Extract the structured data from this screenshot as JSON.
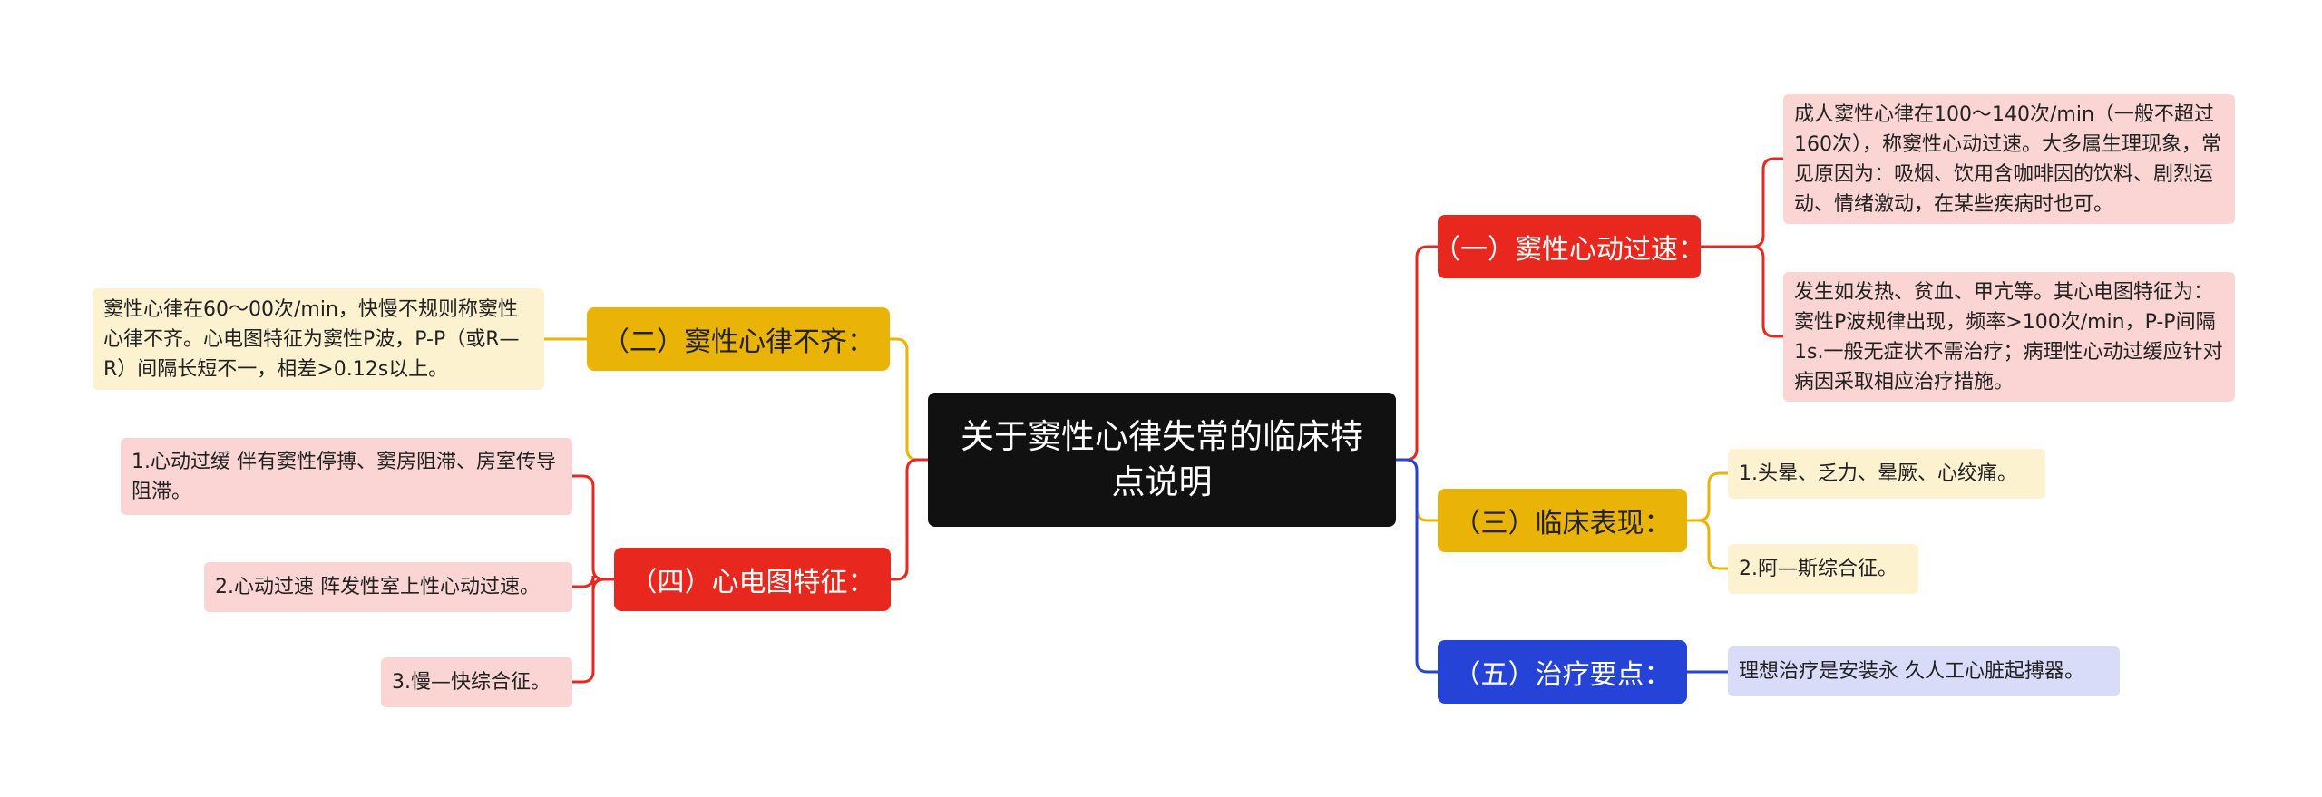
{
  "center": {
    "title": "关于窦性心律失常的临床特点说明"
  },
  "colors": {
    "red": "#e8281e",
    "yellow": "#eab308",
    "blue": "#2543d6",
    "center": "#111111",
    "pink": "#fbd5d3",
    "cream": "#fdf2d0",
    "lavender": "#d8dcf8"
  },
  "branches": {
    "b1": {
      "label": "（一）窦性心动过速：",
      "leaves": [
        "成人窦性心律在100～140次/min（一般不超过160次），称窦性心动过速。大多属生理现象，常见原因为：吸烟、饮用含咖啡因的饮料、剧烈运动、情绪激动，在某些疾病时也可。",
        "发生如发热、贫血、甲亢等。其心电图特征为：窦性P波规律出现，频率>100次/min，P-P间隔1s.一般无症状不需治疗；病理性心动过缓应针对病因采取相应治疗措施。"
      ]
    },
    "b2": {
      "label": "（二）窦性心律不齐：",
      "leaves": [
        "窦性心律在60～00次/min，快慢不规则称窦性心律不齐。心电图特征为窦性P波，P-P（或R—R）间隔长短不一，相差>0.12s以上。"
      ]
    },
    "b3": {
      "label": "（三）临床表现：",
      "leaves": [
        "1.头晕、乏力、晕厥、心绞痛。",
        "2.阿—斯综合征。"
      ]
    },
    "b4": {
      "label": "（四）心电图特征：",
      "leaves": [
        "1.心动过缓 伴有窦性停搏、窦房阻滞、房室传导阻滞。",
        "2.心动过速 阵发性室上性心动过速。",
        "3.慢—快综合征。"
      ]
    },
    "b5": {
      "label": "（五）治疗要点：",
      "leaves": [
        "理想治疗是安装永 久人工心脏起搏器。"
      ]
    }
  }
}
